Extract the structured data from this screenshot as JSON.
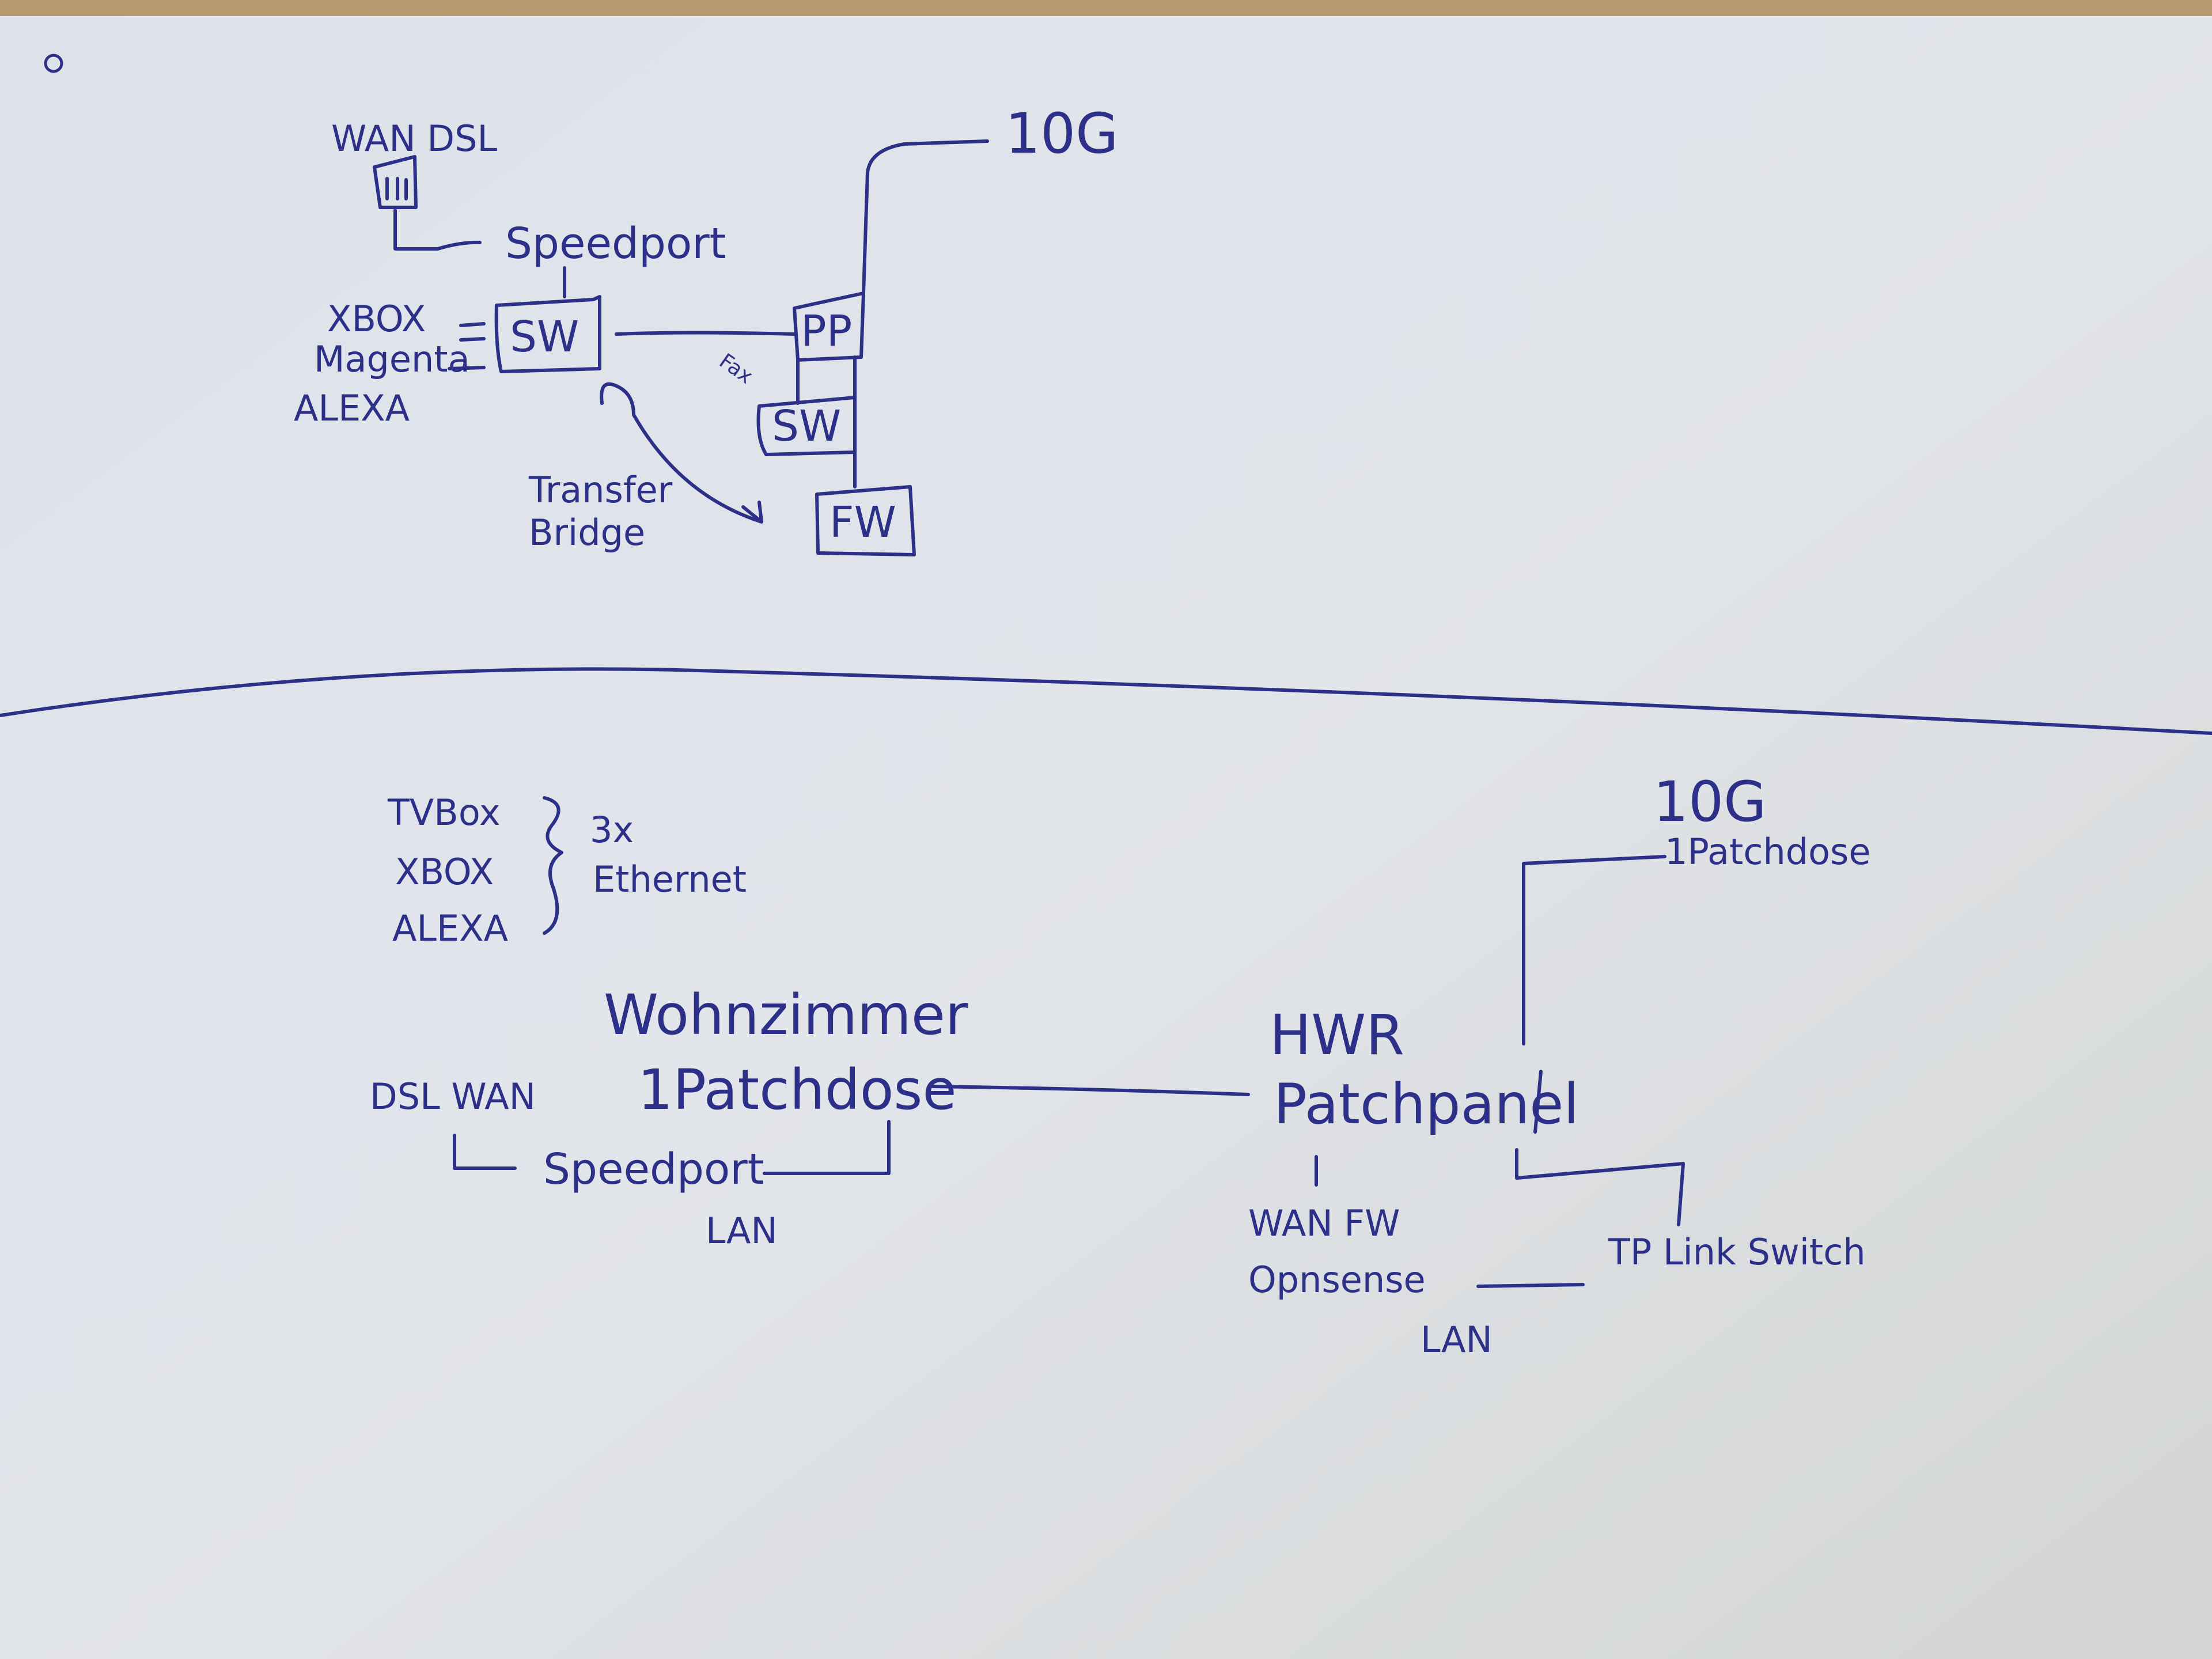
{
  "colors": {
    "ink": "#2c3088",
    "paper": "#dcdfe4",
    "wood": "#b89a6e"
  },
  "top_sketch": {
    "wan_dsl": "WAN DSL",
    "speedport": "Speedport",
    "switch_main": "SW",
    "devices": [
      "XBOX",
      "Magenta",
      "ALEXA"
    ],
    "patchpanel": "PP",
    "uplink": "10G",
    "switch_second": "SW",
    "firewall": "FW",
    "transfer_bridge": [
      "Transfer",
      "Bridge"
    ],
    "scribble": "Fax"
  },
  "bottom_sketch": {
    "devices": [
      "TVBox",
      "XBOX",
      "ALEXA"
    ],
    "ethernet_count": "3x",
    "ethernet": "Ethernet",
    "living_room": "Wohnzimmer",
    "living_room_outlet": "1Patchdose",
    "dsl_wan": "DSL WAN",
    "speedport": "Speedport",
    "speedport_lan": "LAN",
    "utility_room": "HWR",
    "patchpanel": "Patchpanel",
    "uplink": "10G",
    "uplink_outlet": "1Patchdose",
    "wan_fw": "WAN FW",
    "opnsense": "Opnsense",
    "opnsense_lan": "LAN",
    "tp_link_switch": "TP Link Switch"
  }
}
